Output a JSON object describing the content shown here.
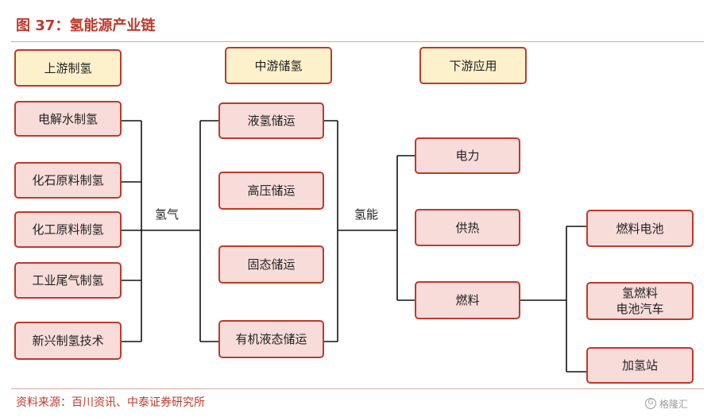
{
  "title": "图 37：氢能源产业链",
  "headers": {
    "upstream": "上游制氢",
    "midstream": "中游储氢",
    "downstream": "下游应用"
  },
  "upstream_items": [
    "电解水制氢",
    "化石原料制氢",
    "化工原料制氢",
    "工业尾气制氢",
    "新兴制氢技术"
  ],
  "connector_labels": {
    "hydrogen_gas": "氢气",
    "hydrogen_energy": "氢能"
  },
  "midstream_items": [
    "液氢储运",
    "高压储运",
    "固态储运",
    "有机液态储运"
  ],
  "downstream_items": [
    "电力",
    "供热",
    "燃料"
  ],
  "fuel_items": {
    "fuel_cell": "燃料电池",
    "fcv_line1": "氢燃料",
    "fcv_line2": "电池汽车",
    "station": "加氢站"
  },
  "source": "资料来源：百川资讯、中泰证券研究所",
  "watermark": "格隆汇",
  "colors": {
    "accent": "#c0392b",
    "node_fill": "#f7dcd9",
    "header_fill": "#fdf1cc"
  }
}
